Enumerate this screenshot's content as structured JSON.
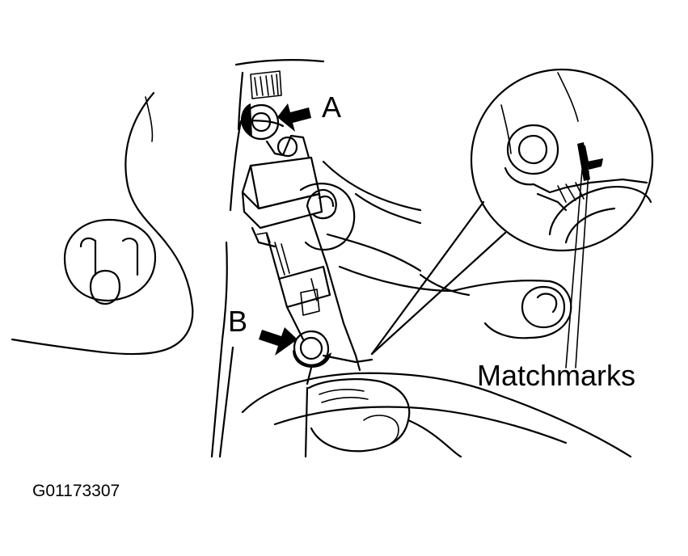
{
  "labels": {
    "bolt_a": "A",
    "bolt_b": "B",
    "matchmarks": "Matchmarks",
    "figure_id": "G01173307"
  },
  "colors": {
    "ink": "#000000",
    "paper": "#ffffff"
  }
}
